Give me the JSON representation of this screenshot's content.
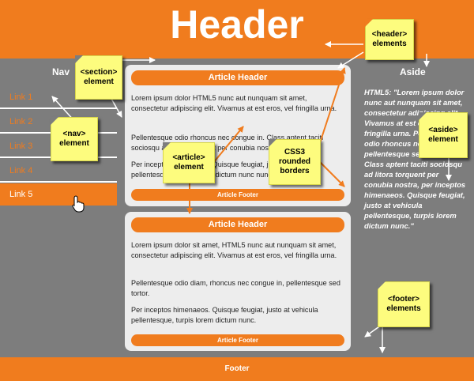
{
  "header": {
    "title": "Header"
  },
  "footer": {
    "text": "Footer"
  },
  "nav": {
    "title": "Nav",
    "links": [
      "Link 1",
      "Link 2",
      "Link 3",
      "Link 4",
      "Link 5"
    ]
  },
  "articles": [
    {
      "header": "Article Header",
      "paragraphs": [
        "Lorem ipsum dolor HTML5 nunc aut nunquam sit amet, consectetur adipiscing elit. Vivamus at est eros, vel fringilla urna.",
        "Pellentesque odio rhoncus nec congue in. Class aptent taciti sociosqu ad litora torquent per conubia nostra.",
        "Per inceptos himenaeos. Quisque feugiat, justo at vehicula pellentesque, turpis lorem dictum nunc nunc."
      ],
      "footer": "Article Footer"
    },
    {
      "header": "Article Header",
      "paragraphs": [
        "Lorem ipsum dolor sit amet, HTML5 nunc aut nunquam sit amet, consectetur adipiscing elit. Vivamus at est eros, vel fringilla urna.",
        "Pellentesque odio diam, rhoncus nec congue in, pellentesque sed tortor.",
        "Per inceptos himenaeos. Quisque feugiat, justo at vehicula pellentesque, turpis lorem dictum nunc."
      ],
      "footer": "Article Footer"
    }
  ],
  "aside": {
    "title": "Aside",
    "text": "HTML5: \"Lorem ipsum dolor nunc aut nunquam sit amet, consectetur adipiscing elit. Vivamus at est eros, vel fringilla urna. Pellentesque odio rhoncus nec congue in, pellentesque sed tortor. Class aptent taciti sociosqu ad litora torquent per conubia nostra, per inceptos himenaeos. Quisque feugiat, justo at vehicula pellentesque, turpis lorem dictum nunc.\""
  },
  "notes": {
    "section": "<section>\nelement",
    "nav": "<nav>\nelement",
    "article": "<article>\nelement",
    "css3": "CSS3\nrounded\nborders",
    "header": "<header>\nelements",
    "aside": "<aside>\nelement",
    "footer": "<footer>\nelements"
  },
  "colors": {
    "orange": "#f07c1e",
    "gray": "#7d7d7d",
    "note": "#fdfc7e",
    "article_bg": "#ededed"
  },
  "icons": {
    "cursor": "hand-pointer-icon"
  }
}
